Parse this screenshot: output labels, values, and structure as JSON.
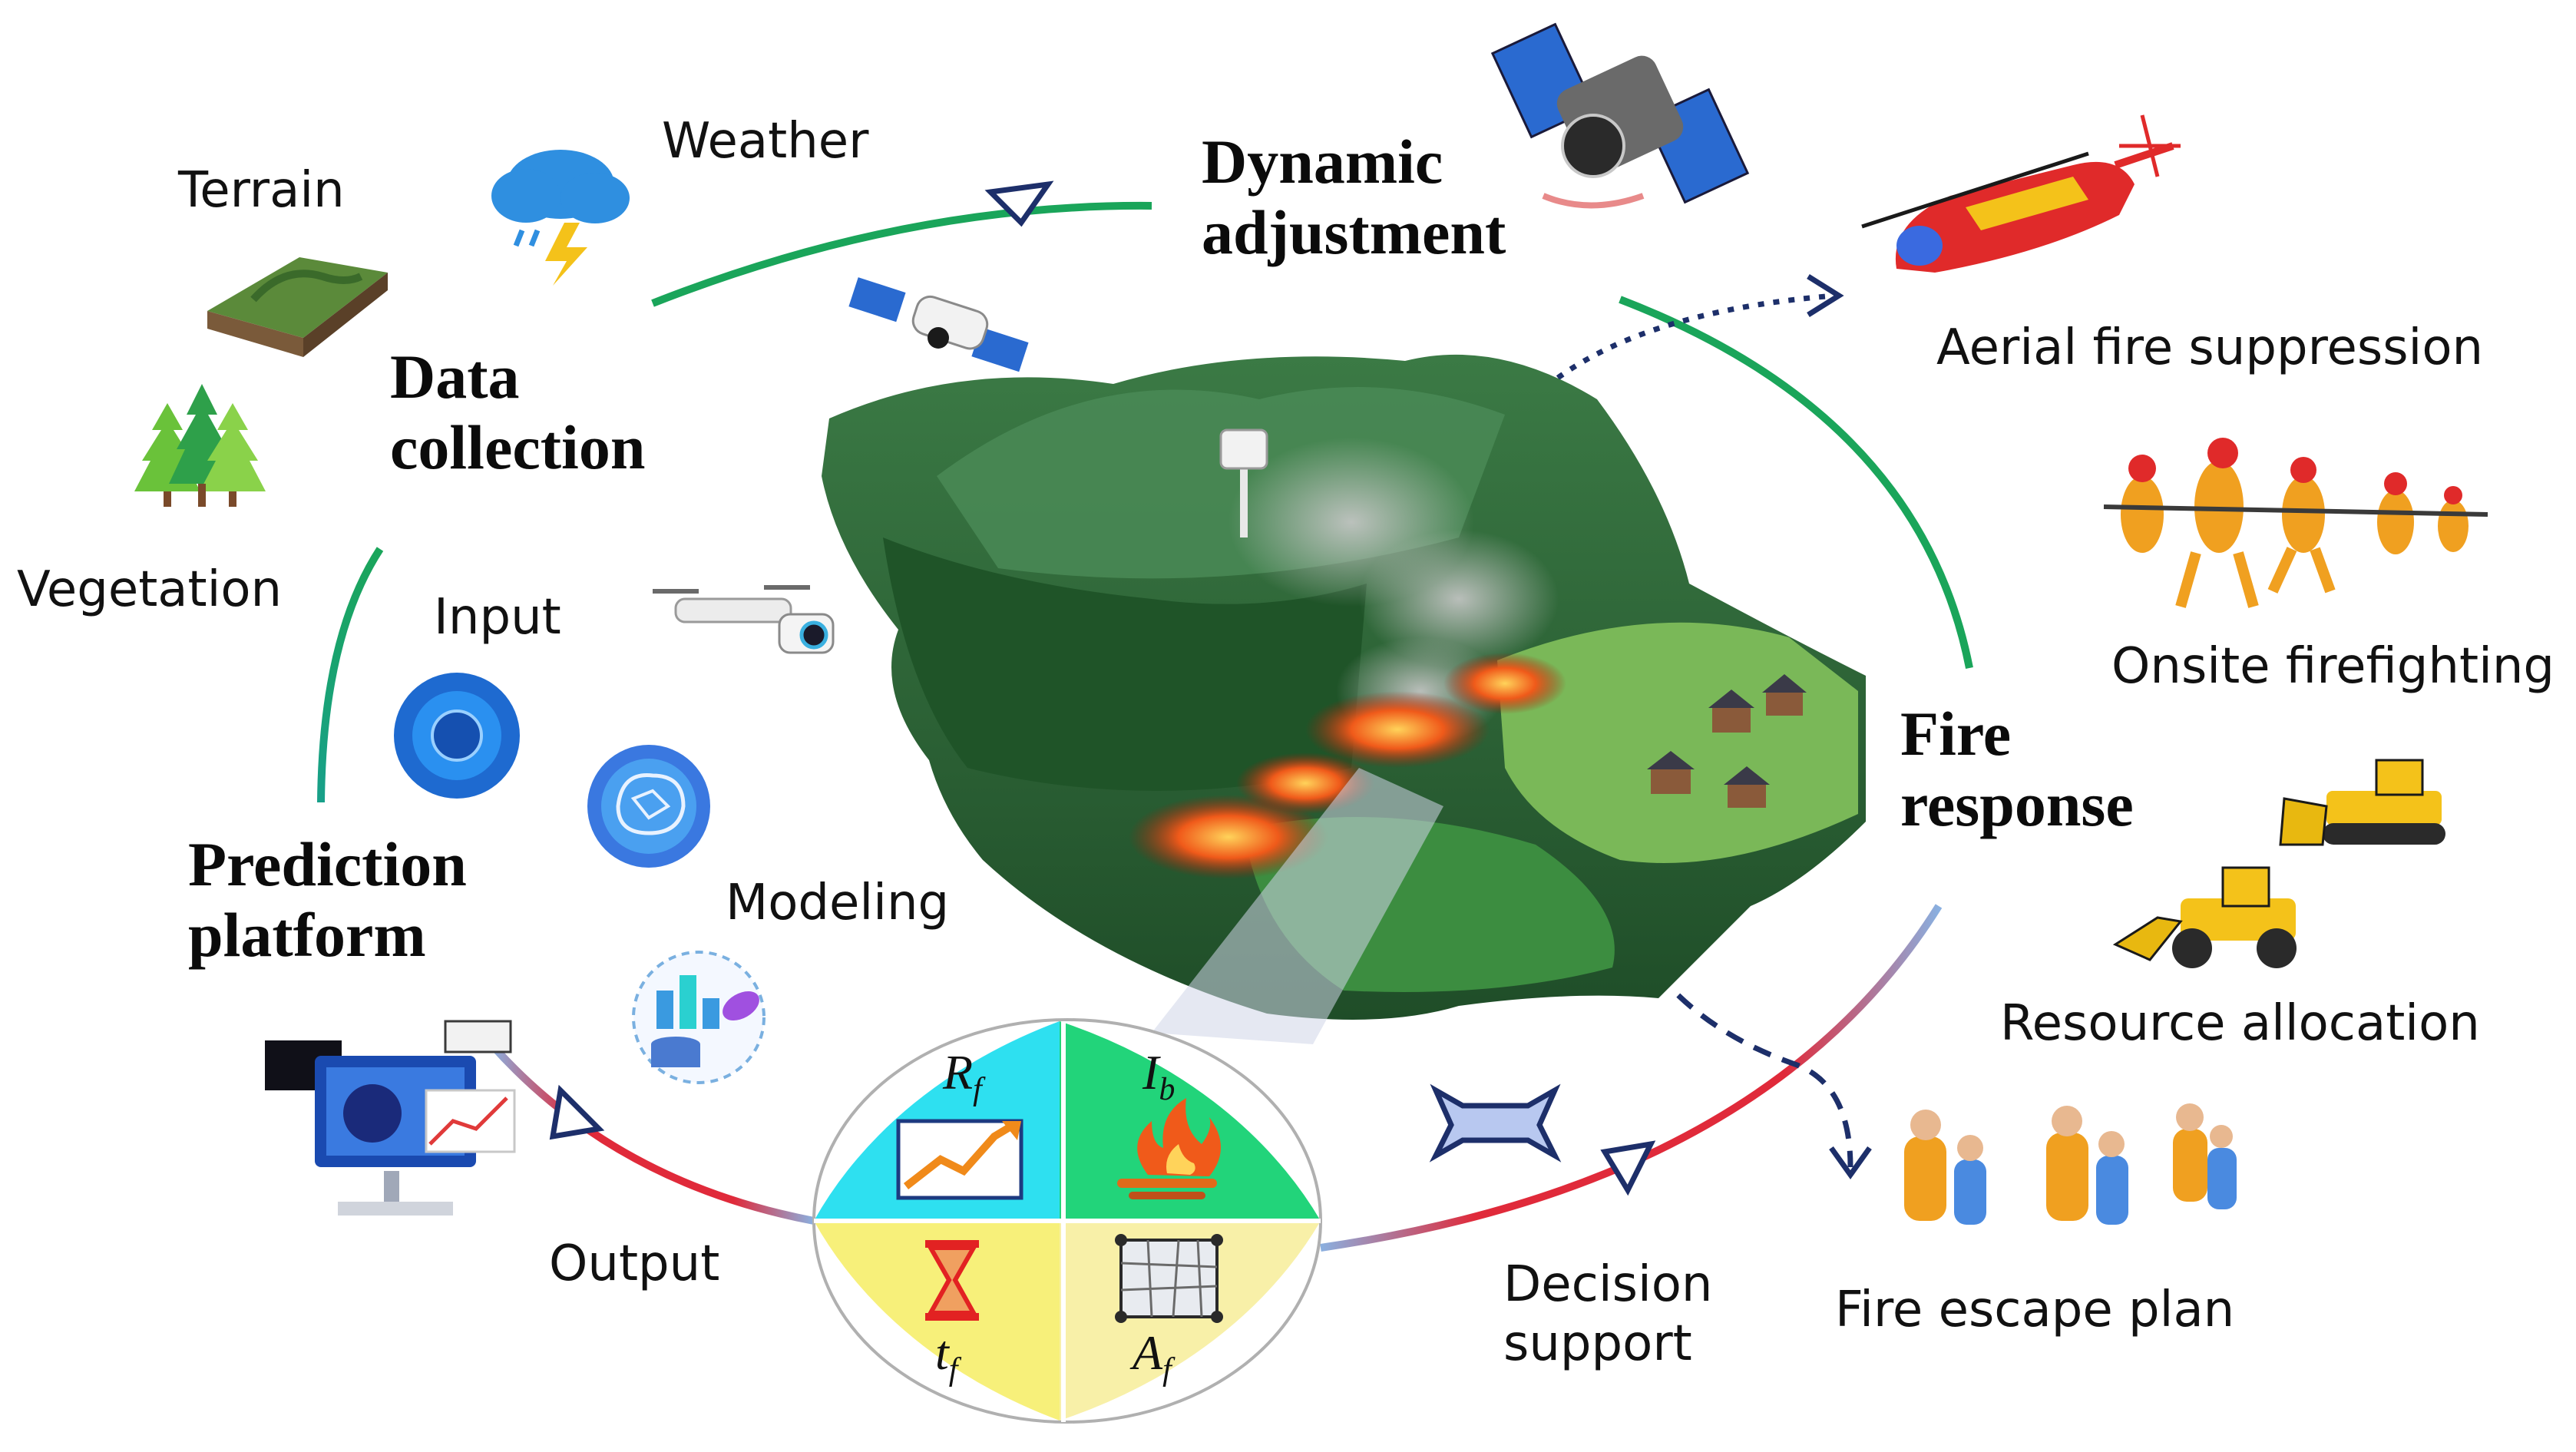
{
  "stages": {
    "data_collection": [
      "Data",
      "collection"
    ],
    "dynamic_adjustment": [
      "Dynamic",
      "adjustment"
    ],
    "fire_response": [
      "Fire",
      "response"
    ],
    "prediction_platform": [
      "Prediction",
      "platform"
    ]
  },
  "inputs": {
    "terrain": "Terrain",
    "weather": "Weather",
    "vegetation": "Vegetation"
  },
  "platform": {
    "input": "Input",
    "modeling": "Modeling",
    "output": "Output"
  },
  "decision": [
    "Decision",
    "support"
  ],
  "responses": {
    "aerial": "Aerial fire suppression",
    "onsite": "Onsite firefighting",
    "resource": "Resource allocation",
    "escape": "Fire escape plan"
  },
  "indicators": {
    "rate_symbol": "R",
    "rate_sub": "f",
    "intensity_symbol": "I",
    "intensity_sub": "b",
    "time_symbol": "t",
    "time_sub": "f",
    "area_symbol": "A",
    "area_sub": "f"
  },
  "colors": {
    "cycle_green": "#1aa55a",
    "cycle_teal": "#18a08a",
    "cycle_red": "#e02a3a",
    "cycle_blue": "#8ab0e0",
    "quad_cyan": "#2ee0f0",
    "quad_green": "#22d47a",
    "quad_yellow": "#f7f07a",
    "quad_pale": "#f8f0a8",
    "fire": "#f05a1a",
    "forest": "#2d6a34",
    "arrow_navy": "#1d2f6a"
  }
}
